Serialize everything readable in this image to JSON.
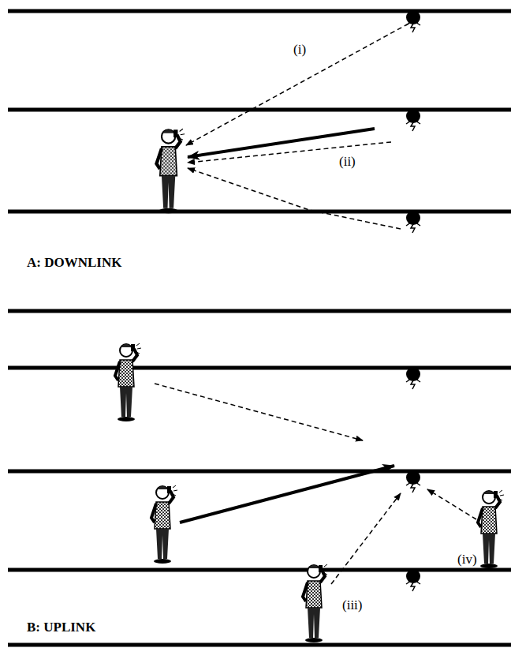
{
  "diagram": {
    "labels": [
      "(i)",
      "(ii)",
      "A: DOWNLINK",
      "(iv)",
      "(iii)",
      "B: UPLINK"
    ]
  }
}
